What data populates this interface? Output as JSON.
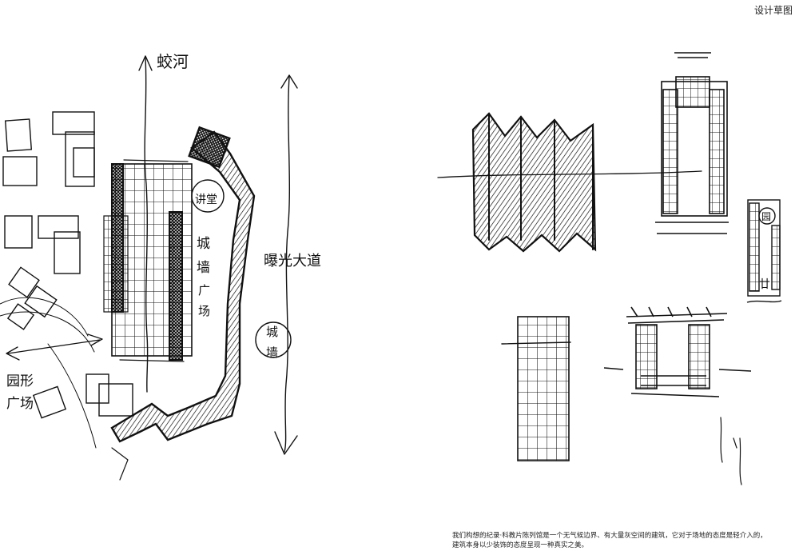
{
  "page": {
    "label": "设计草图"
  },
  "sketch": {
    "left_labels": {
      "river": "蛟河",
      "hall": "讲堂",
      "plaza": "城墙广场",
      "avenue": "曝光大道",
      "wall": "城墙",
      "circle_plaza": "园形广场"
    },
    "right_labels": {
      "detail_top": "园",
      "detail_bottom": "廿"
    }
  },
  "caption": {
    "line1": "我们构想的纪录·科教片陈列馆是一个无气候边界、有大量灰空间的建筑，它对于场地的态度是轻介入的，",
    "line2": "建筑本身以少装饰的态度呈现一种真实之美。"
  }
}
